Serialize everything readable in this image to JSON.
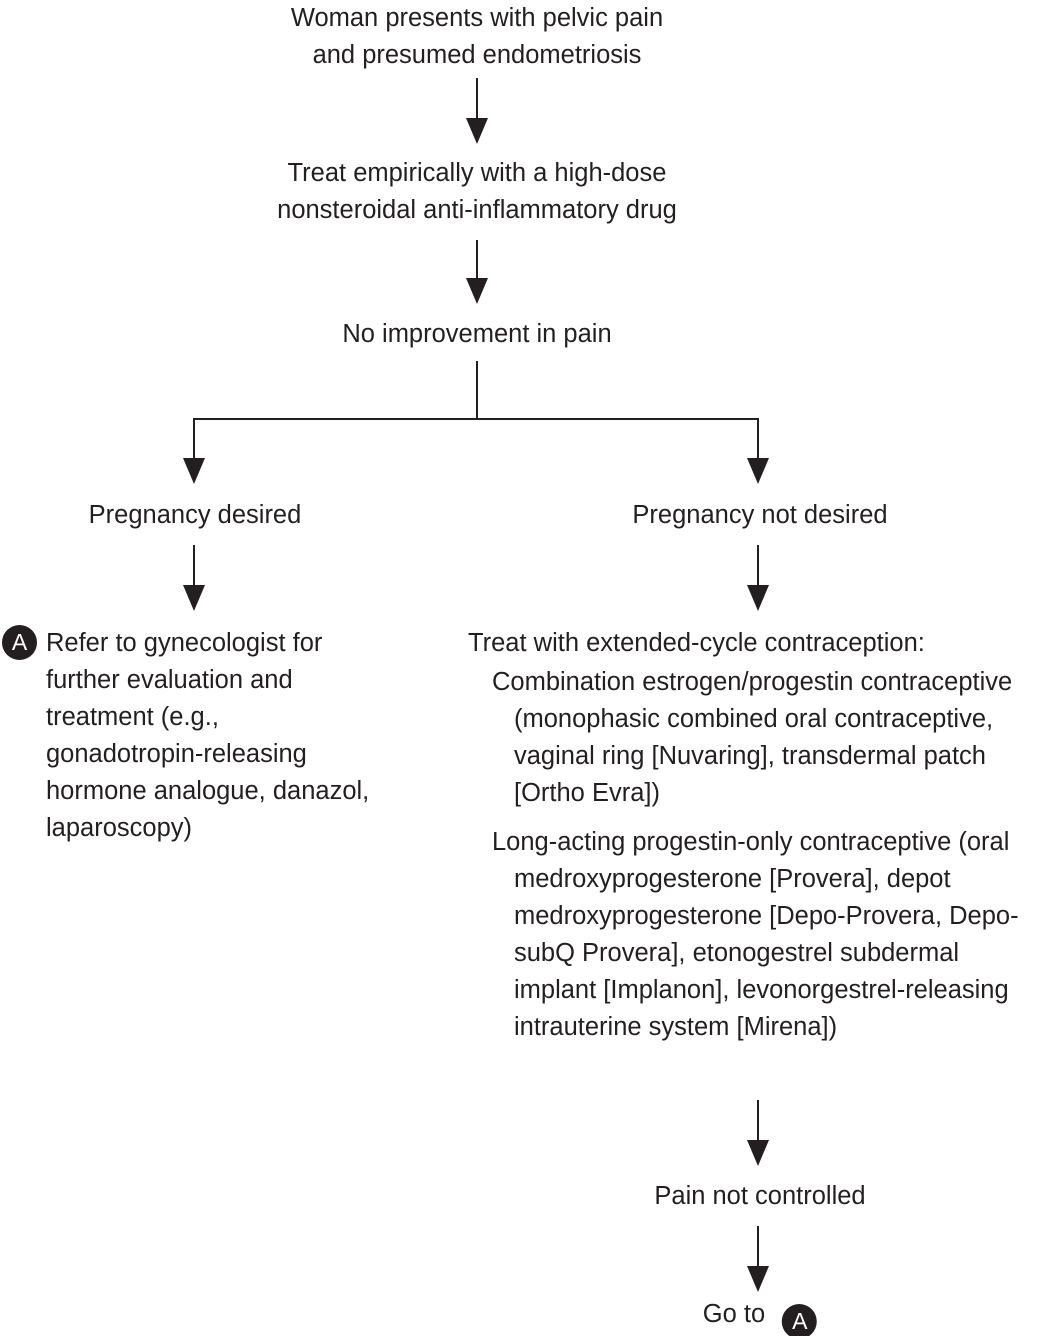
{
  "meta": {
    "kind": "clinical-algorithm-flowchart",
    "background_color": "#ffffff",
    "ink_color": "#231f20",
    "badge_fill": "#231f20",
    "badge_text_color": "#ffffff"
  },
  "nodes": {
    "start": "Woman presents with pelvic pain\nand presumed endometriosis",
    "treat_nsaid": "Treat empirically with a high-dose\nnonsteroidal anti-inflammatory drug",
    "no_improvement": "No improvement in pain",
    "branch_left_label": "Pregnancy desired",
    "branch_right_label": "Pregnancy not desired",
    "refer_gynecologist": "Refer to gynecologist for further evaluation and treatment (e.g., gonadotropin-releasing hormone analogue, danazol, laparoscopy)",
    "pain_not_controlled": "Pain not controlled",
    "goto_text": "Go to"
  },
  "treatment": {
    "heading": "Treat with extended-cycle contraception:",
    "items": [
      "Combination estrogen/progestin contraceptive (monophasic combined oral contraceptive, vaginal ring [Nuvaring], transdermal patch [Ortho Evra])",
      "Long-acting progestin-only contraceptive (oral medroxyprogesterone [Provera], depot medroxyprogesterone [Depo-Provera, Depo-subQ Provera], etonogestrel subdermal implant [Implanon], levonorgestrel-releasing intrauterine system [Mirena])"
    ]
  },
  "badges": {
    "anchor_a": "A",
    "goto_a": "A"
  },
  "icons": {
    "arrow": "arrow-down-icon",
    "split": "branch-split-icon",
    "badge": "circled-letter-badge-icon"
  }
}
